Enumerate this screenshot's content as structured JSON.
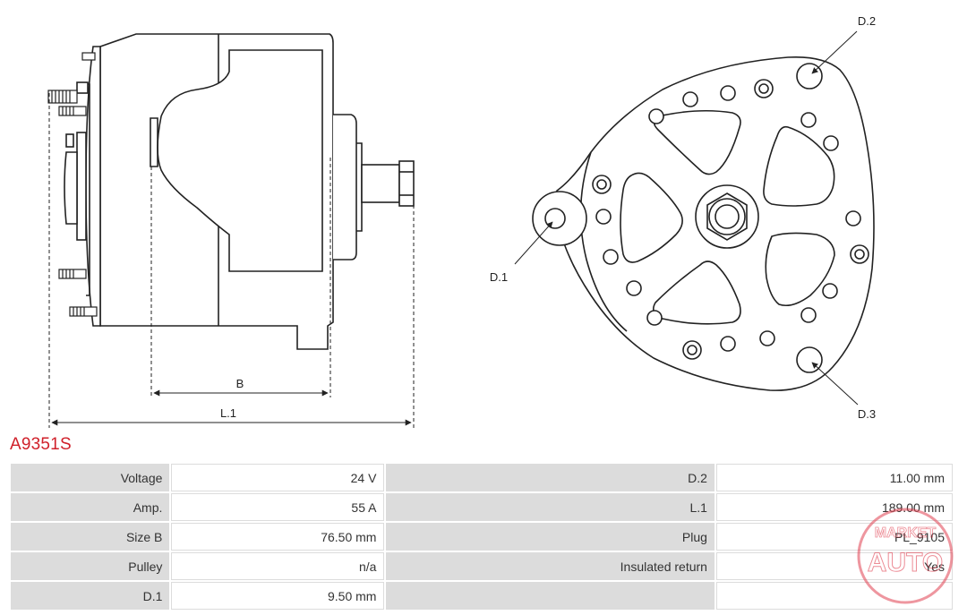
{
  "part_number": "A9351S",
  "drawing_labels": {
    "b": "B",
    "l1": "L.1",
    "d1": "D.1",
    "d2": "D.2",
    "d3": "D.3"
  },
  "specs": [
    {
      "label": "Voltage",
      "value": "24 V",
      "label2": "D.2",
      "value2": "11.00 mm"
    },
    {
      "label": "Amp.",
      "value": "55 A",
      "label2": "L.1",
      "value2": "189.00 mm"
    },
    {
      "label": "Size B",
      "value": "76.50 mm",
      "label2": "Plug",
      "value2": "PL_9105"
    },
    {
      "label": "Pulley",
      "value": "n/a",
      "label2": "Insulated return",
      "value2": "Yes"
    },
    {
      "label": "D.1",
      "value": "9.50 mm",
      "label2": "",
      "value2": ""
    }
  ],
  "watermark": {
    "line1": "MARKET",
    "line2": "AUTO"
  },
  "colors": {
    "title": "#d0202a",
    "label_bg": "#dcdcdc",
    "watermark": "#e04050"
  }
}
